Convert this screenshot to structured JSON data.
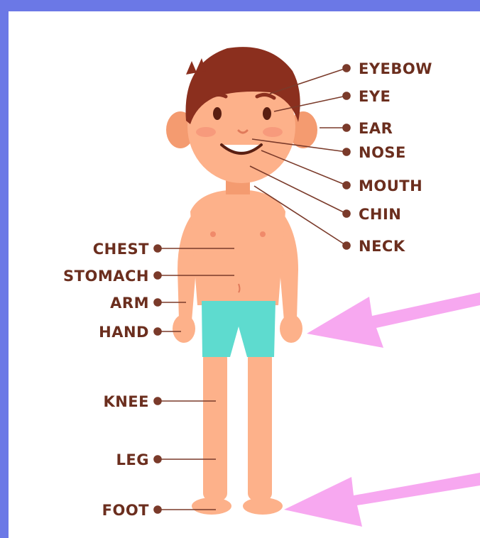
{
  "labels": {
    "eyebrow": "EYEBOW",
    "eye": "EYE",
    "ear": "EAR",
    "nose": "NOSE",
    "mouth": "MOUTH",
    "chin": "CHIN",
    "neck": "NECK",
    "chest": "CHEST",
    "stomach": "STOMACH",
    "arm": "ARM",
    "hand": "HAND",
    "knee": "KNEE",
    "leg": "LEG",
    "foot": "FOOT"
  },
  "colors": {
    "frame": "#6b78e6",
    "background": "#ffffff",
    "label_text": "#6b2e1e",
    "leader_line": "#7a3a2a",
    "hair": "#8b2f1e",
    "skin": "#fdb18a",
    "skin_shadow": "#f49b70",
    "shorts": "#5edbcf",
    "cheek": "#f79a7c",
    "arrow": "#f7a8f0"
  }
}
